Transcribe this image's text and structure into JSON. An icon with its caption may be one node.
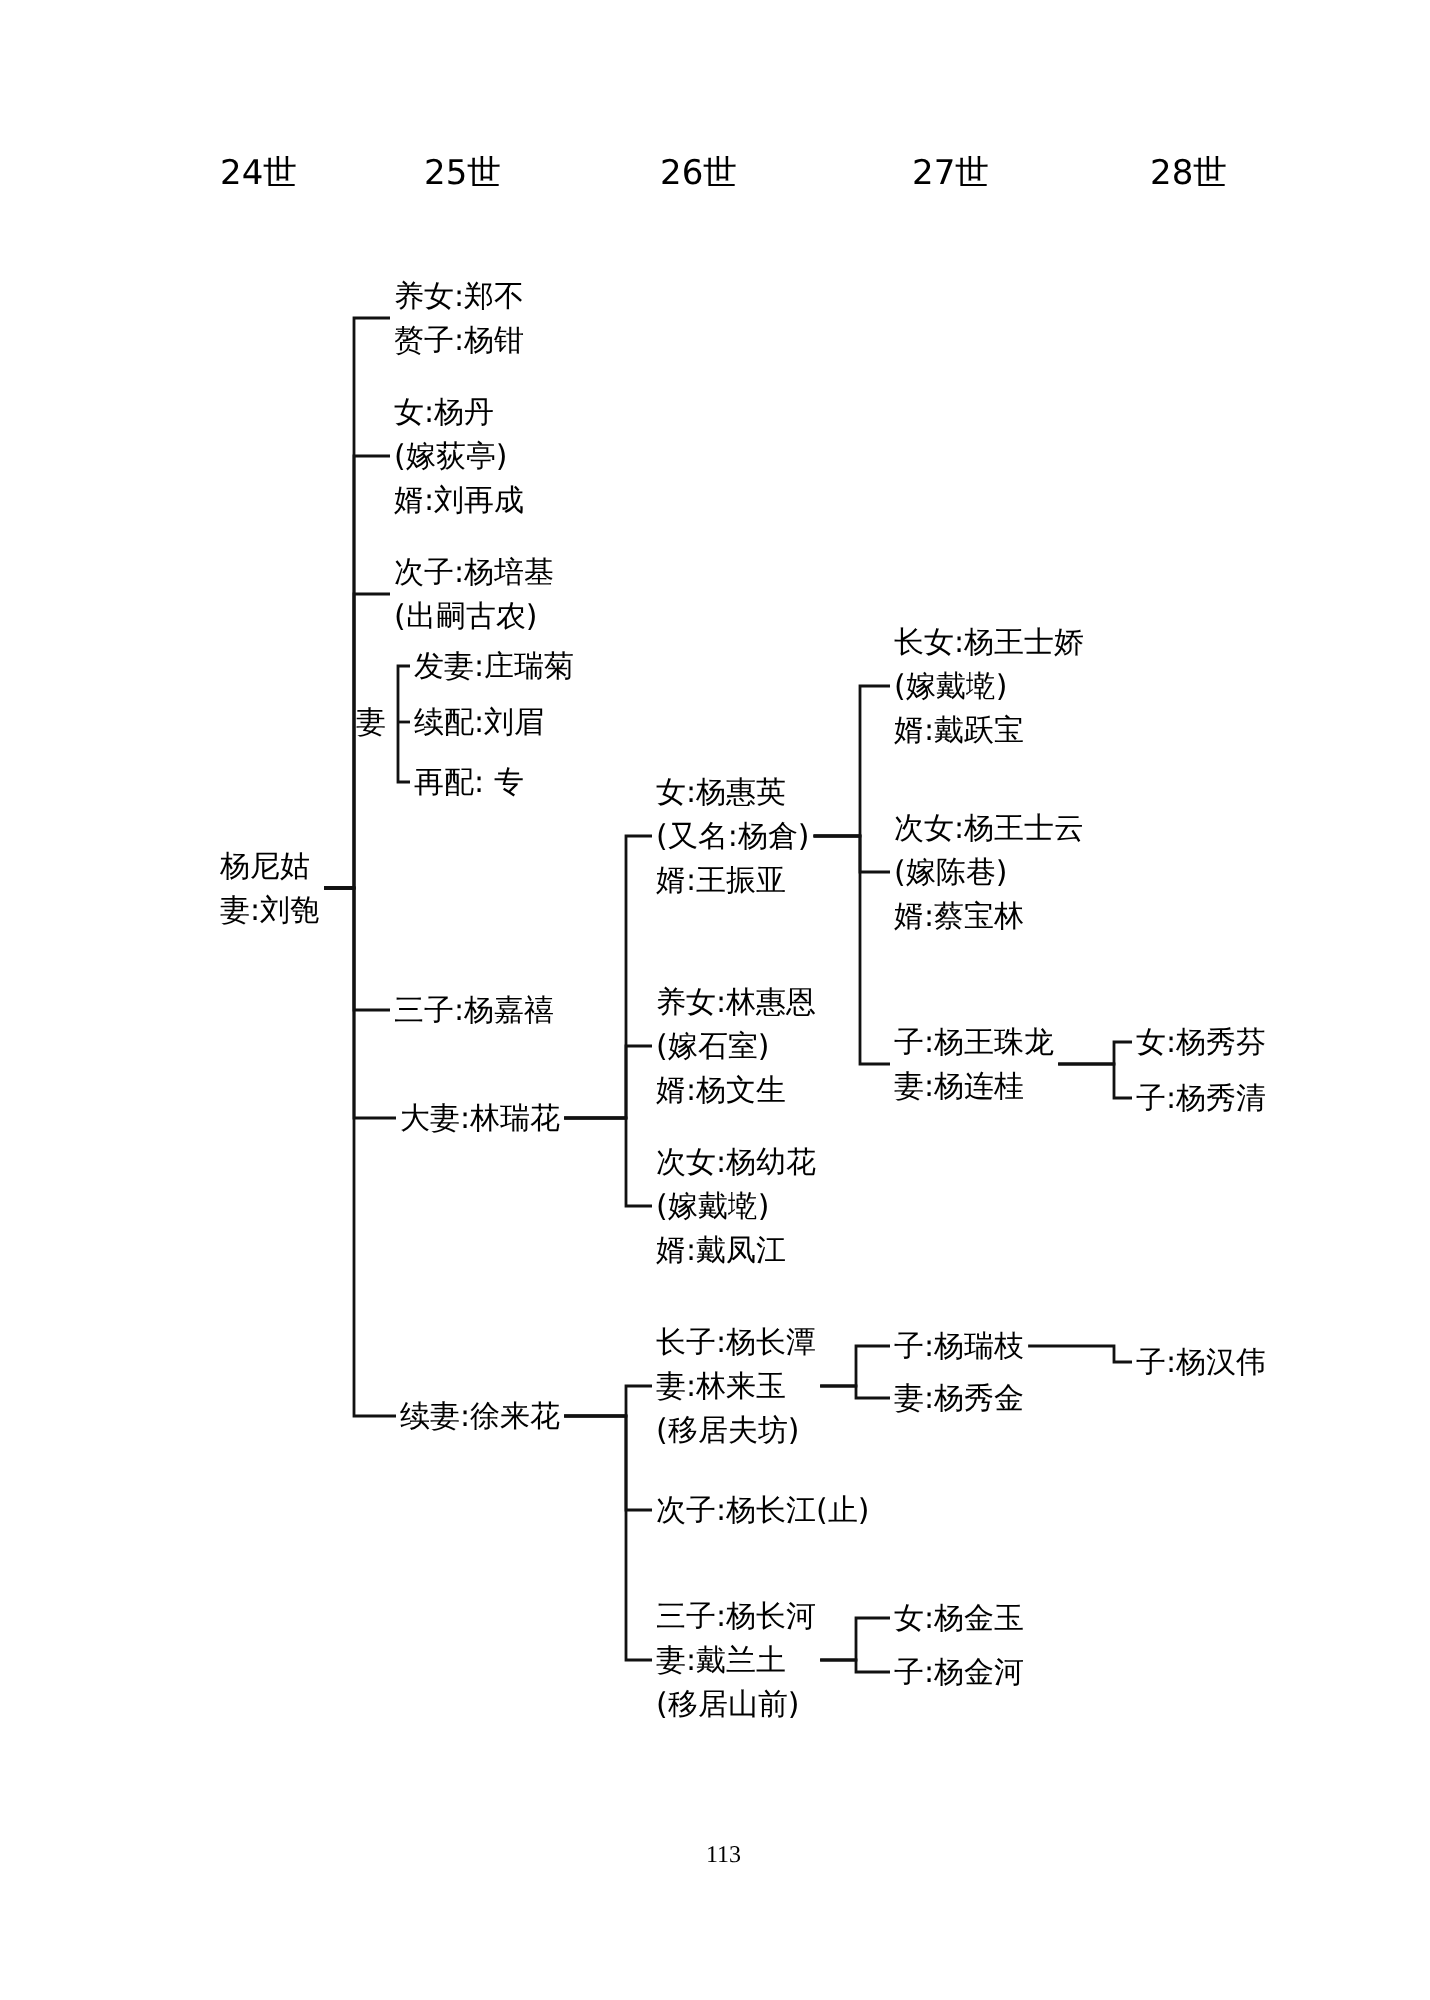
{
  "diagram": {
    "nodes": [
      {
        "text": [
          "杨尼姑",
          "妻:刘匏"
        ]
      },
      {
        "text": [
          "养女:郑不",
          "赘子:杨钳"
        ]
      },
      {
        "text": [
          "女:杨丹",
          "(嫁荻亭)",
          "婿:刘再成"
        ]
      },
      {
        "text": [
          "次子:杨培基",
          "(出嗣古农)"
        ]
      },
      {
        "text": [
          "妻"
        ]
      },
      {
        "text": [
          "发妻:庄瑞菊"
        ]
      },
      {
        "text": [
          "续配:刘眉"
        ]
      },
      {
        "text": [
          "再配: 专"
        ]
      },
      {
        "text": [
          "三子:杨嘉禧"
        ]
      },
      {
        "text": [
          "大妻:林瑞花"
        ]
      },
      {
        "text": [
          "续妻:徐来花"
        ]
      },
      {
        "text": [
          "女:杨惠英",
          "(又名:杨倉)",
          "婿:王振亚"
        ]
      },
      {
        "text": [
          "养女:林惠恩",
          "(嫁石室)",
          "婿:杨文生"
        ]
      },
      {
        "text": [
          "次女:杨幼花",
          "(嫁戴墘)",
          "婿:戴凤江"
        ]
      },
      {
        "text": [
          "长子:杨长潭",
          "妻:林来玉",
          "(移居夫坊)"
        ]
      },
      {
        "text": [
          "次子:杨长江(止)"
        ]
      },
      {
        "text": [
          "三子:杨长河",
          "妻:戴兰土",
          "(移居山前)"
        ]
      },
      {
        "text": [
          "长女:杨王士娇",
          "(嫁戴墘)",
          "婿:戴跃宝"
        ]
      },
      {
        "text": [
          "次女:杨王士云",
          "(嫁陈巷)",
          "婿:蔡宝林"
        ]
      },
      {
        "text": [
          "子:杨王珠龙",
          "妻:杨连桂"
        ]
      },
      {
        "text": [
          "女:杨秀芬"
        ]
      },
      {
        "text": [
          "子:杨秀清"
        ]
      },
      {
        "text": [
          "子:杨瑞枝"
        ]
      },
      {
        "text": [
          "妻:杨秀金"
        ]
      },
      {
        "text": [
          "子:杨汉伟"
        ]
      },
      {
        "text": [
          "女:杨金玉"
        ]
      },
      {
        "text": [
          "子:杨金河"
        ]
      }
    ],
    "edges": [
      {
        "from": 0,
        "to": 1,
        "arrow": "none"
      },
      {
        "from": 0,
        "to": 2,
        "arrow": "none"
      },
      {
        "from": 0,
        "to": 3,
        "arrow": "none"
      },
      {
        "from": 0,
        "to": 8,
        "arrow": "none"
      },
      {
        "from": 0,
        "to": 9,
        "arrow": "none"
      },
      {
        "from": 0,
        "to": 10,
        "arrow": "none"
      },
      {
        "from": 4,
        "to": 5,
        "arrow": "none"
      },
      {
        "from": 4,
        "to": 6,
        "arrow": "none"
      },
      {
        "from": 4,
        "to": 7,
        "arrow": "none"
      },
      {
        "from": 9,
        "to": 11,
        "arrow": "none"
      },
      {
        "from": 9,
        "to": 12,
        "arrow": "none"
      },
      {
        "from": 9,
        "to": 13,
        "arrow": "none"
      },
      {
        "from": 10,
        "to": 14,
        "arrow": "none"
      },
      {
        "from": 10,
        "to": 15,
        "arrow": "none"
      },
      {
        "from": 10,
        "to": 16,
        "arrow": "none"
      },
      {
        "from": 11,
        "to": 17,
        "arrow": "none"
      },
      {
        "from": 11,
        "to": 18,
        "arrow": "none"
      },
      {
        "from": 11,
        "to": 19,
        "arrow": "none"
      },
      {
        "from": 19,
        "to": 20,
        "arrow": "none"
      },
      {
        "from": 19,
        "to": 21,
        "arrow": "none"
      },
      {
        "from": 14,
        "to": 22,
        "arrow": "none"
      },
      {
        "from": 14,
        "to": 23,
        "arrow": "none"
      },
      {
        "from": 22,
        "to": 24,
        "arrow": "none"
      },
      {
        "from": 16,
        "to": 25,
        "arrow": "none"
      },
      {
        "from": 16,
        "to": 26,
        "arrow": "none"
      }
    ],
    "labels": [
      "24世",
      "25世",
      "26世",
      "27世",
      "28世",
      "113"
    ]
  }
}
